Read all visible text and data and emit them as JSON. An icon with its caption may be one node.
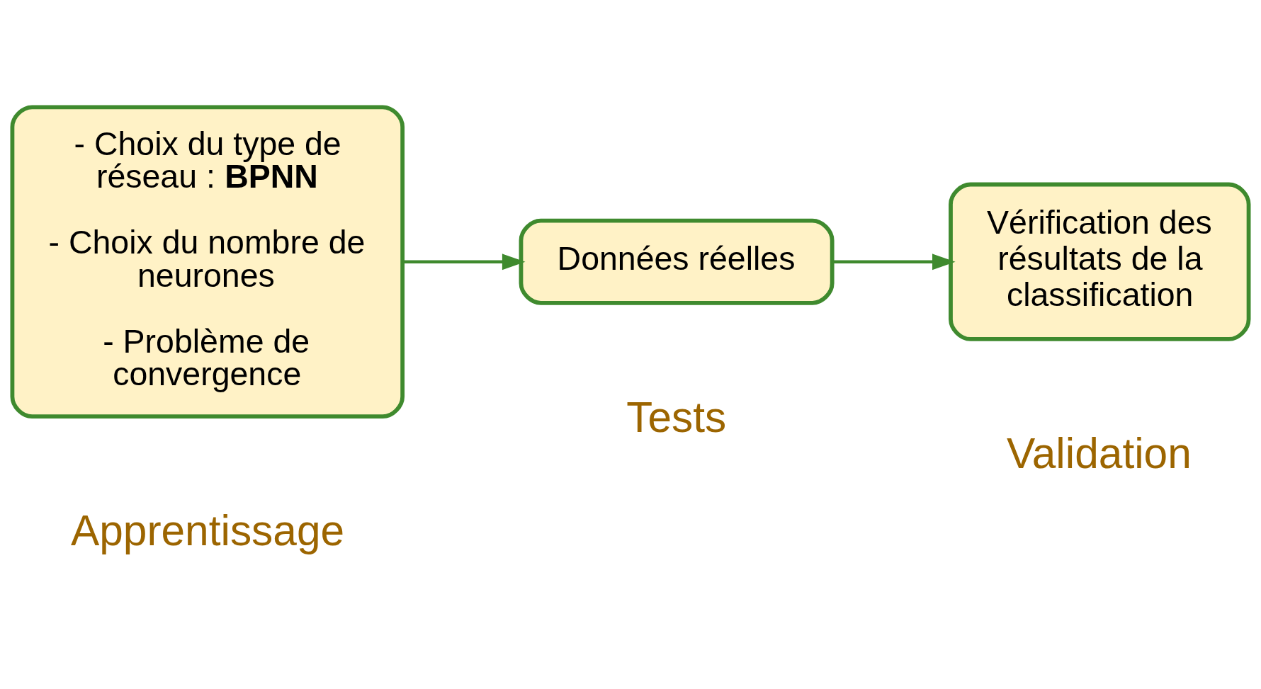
{
  "diagram": {
    "nodes": [
      {
        "text": [
          "- Choix du type de réseau : **BPNN**",
          "- Choix du nombre de neurones",
          "- Problème de convergence"
        ]
      },
      {
        "text": [
          "Données réelles"
        ]
      },
      {
        "text": [
          "Vérification des résultats de la classification"
        ]
      }
    ],
    "edges": [
      {
        "from": 0,
        "to": 1,
        "arrow": "to"
      },
      {
        "from": 1,
        "to": 2,
        "arrow": "to"
      }
    ],
    "labels": [
      "Apprentissage",
      "Tests",
      "Validation"
    ]
  }
}
